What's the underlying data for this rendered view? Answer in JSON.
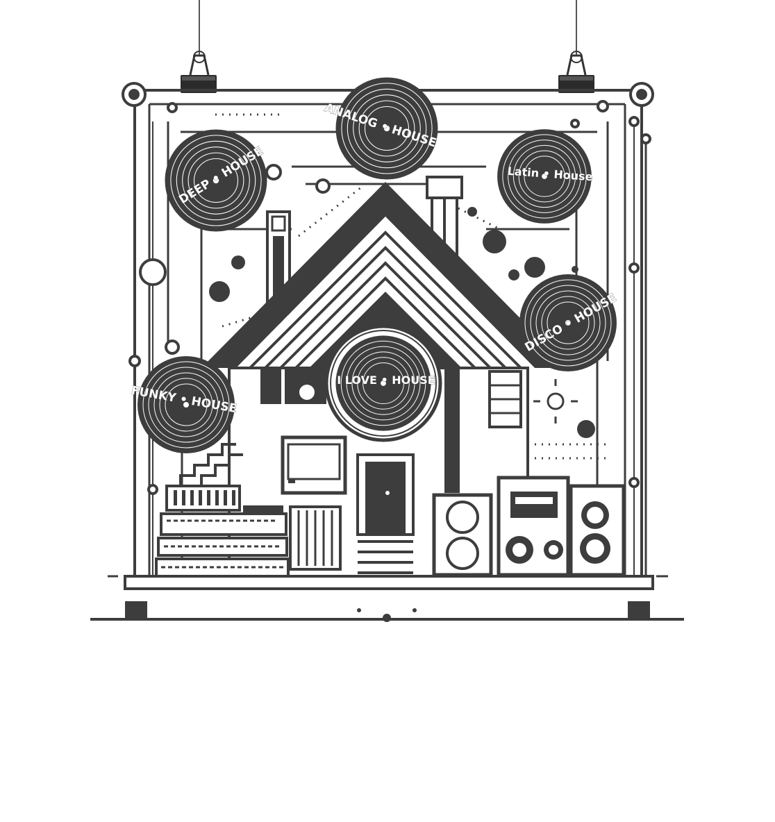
{
  "poster": {
    "records": [
      {
        "label": "ANALOG • HOUSE"
      },
      {
        "label": "DEEP • HOUSE"
      },
      {
        "label": "Latin • House"
      },
      {
        "label": "DISCO • HOUSE"
      },
      {
        "label": "I LOVE • HOUSE"
      },
      {
        "label": "FUNKY • HOUSE"
      }
    ]
  },
  "colors": {
    "ink": "#3d3d3d",
    "paper": "#ffffff"
  }
}
